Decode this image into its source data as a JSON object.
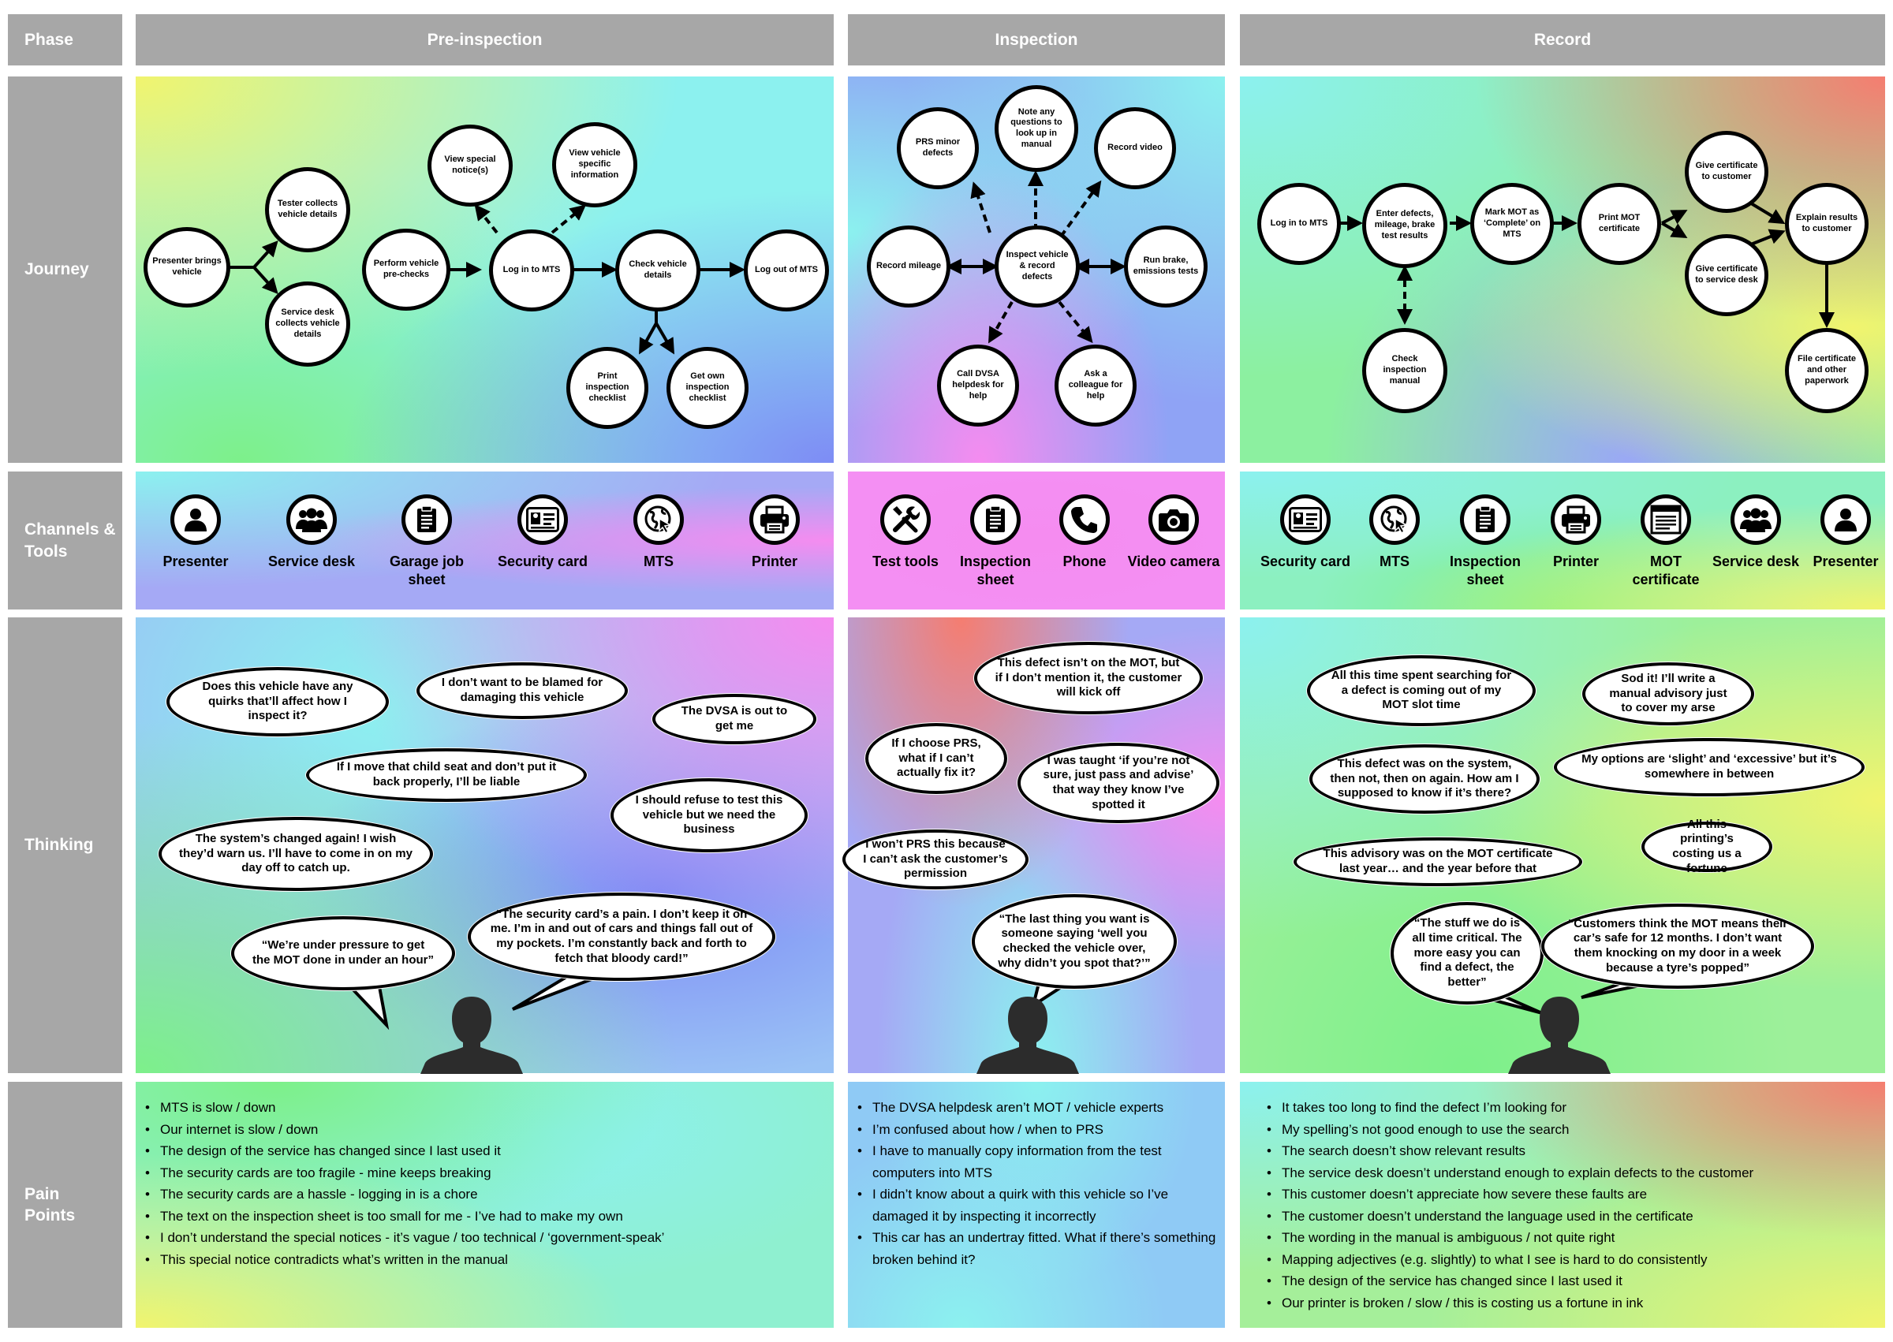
{
  "header": {
    "phase_label": "Phase",
    "pre_inspection": "Pre-inspection",
    "inspection": "Inspection",
    "record": "Record"
  },
  "rows": {
    "journey": "Journey",
    "channels": "Channels & Tools",
    "thinking": "Thinking",
    "pain_points": "Pain Points"
  },
  "journey": {
    "pre": {
      "presenter": "Presenter brings vehicle",
      "tester": "Tester collects vehicle details",
      "service_desk": "Service desk collects vehicle details",
      "perform": "Perform vehicle pre-checks",
      "login": "Log in to MTS",
      "special": "View special notice(s)",
      "vehicle_info": "View vehicle specific information",
      "check": "Check vehicle details",
      "logout": "Log out of MTS",
      "print": "Print inspection checklist",
      "own": "Get own inspection checklist"
    },
    "insp": {
      "center": "Inspect vehicle & record defects",
      "prs": "PRS minor defects",
      "note": "Note any questions to look up in manual",
      "video": "Record video",
      "mileage": "Record mileage",
      "brake": "Run brake, emissions tests",
      "dvsa": "Call DVSA helpdesk for help",
      "colleague": "Ask a colleague for help"
    },
    "rec": {
      "login": "Log in to MTS",
      "enter": "Enter defects, mileage, brake test results",
      "mark": "Mark MOT as ‘Complete’ on MTS",
      "print": "Print MOT certificate",
      "give_customer": "Give certificate to customer",
      "give_desk": "Give certificate to service desk",
      "explain": "Explain results to customer",
      "file": "File certificate and other paperwork",
      "manual": "Check inspection manual"
    }
  },
  "channels": {
    "pre": [
      {
        "label": "Presenter",
        "icon": "person-icon"
      },
      {
        "label": "Service desk",
        "icon": "group-icon"
      },
      {
        "label": "Garage job sheet",
        "icon": "clipboard-icon"
      },
      {
        "label": "Security card",
        "icon": "id-card-icon"
      },
      {
        "label": "MTS",
        "icon": "globe-cursor-icon"
      },
      {
        "label": "Printer",
        "icon": "printer-icon"
      }
    ],
    "insp": [
      {
        "label": "Test tools",
        "icon": "tools-icon"
      },
      {
        "label": "Inspection sheet",
        "icon": "clipboard-icon"
      },
      {
        "label": "Phone",
        "icon": "phone-icon"
      },
      {
        "label": "Video camera",
        "icon": "camera-icon"
      }
    ],
    "rec": [
      {
        "label": "Security card",
        "icon": "id-card-icon"
      },
      {
        "label": "MTS",
        "icon": "globe-cursor-icon"
      },
      {
        "label": "Inspection sheet",
        "icon": "clipboard-icon"
      },
      {
        "label": "Printer",
        "icon": "printer-icon"
      },
      {
        "label": "MOT certificate",
        "icon": "certificate-icon"
      },
      {
        "label": "Service desk",
        "icon": "group-icon"
      },
      {
        "label": "Presenter",
        "icon": "person-icon"
      }
    ]
  },
  "thinking": {
    "pre": [
      "Does this vehicle have any quirks that’ll affect how I inspect it?",
      "I don’t want to be blamed for damaging this vehicle",
      "The DVSA is out to get me",
      "If I move that child seat and don’t put it back properly, I’ll be liable",
      "I should refuse to test this vehicle but we need the business",
      "The system’s changed again! I wish they’d warn us. I’ll have to come in on my day off to catch up.",
      "“We’re under pressure to get the MOT done in under an hour”",
      "“The security card’s a pain. I don’t keep it on me. I’m in and out of cars and things fall out of my pockets. I’m constantly back and forth to fetch that bloody card!”"
    ],
    "insp": [
      "This defect isn’t on the MOT, but if I don’t mention it, the customer will kick off",
      "If I choose PRS, what if I can’t actually fix it?",
      "I was taught ‘if you’re not sure, just pass and advise’ that way they know I’ve spotted it",
      "I won’t PRS this because I can’t ask the customer’s permission",
      "“The last thing you want is someone saying ‘well you checked the vehicle over, why didn’t you spot that?’”"
    ],
    "rec": [
      "All this time spent searching for a defect is coming out of my MOT slot time",
      "Sod it! I’ll write a manual advisory just to cover my arse",
      "This defect was on the system, then not, then on again. How am I supposed to know if it’s there?",
      "My options are ‘slight’ and ‘excessive’ but it’s somewhere in between",
      "This advisory was on the MOT certificate last year… and the year before that",
      "All this printing’s costing us a fortune",
      "“The stuff we do is all time critical. The more easy you can find a defect, the better”",
      "“Customers think the MOT means their car’s safe for 12 months. I don’t want them knocking on my door in a week because a tyre’s popped”"
    ]
  },
  "pain_points": {
    "pre": [
      "MTS is slow / down",
      "Our internet is slow / down",
      "The design of the service has changed since I last used it",
      "The security cards are too fragile - mine keeps breaking",
      "The security cards are a hassle - logging in is a chore",
      "The text on the inspection sheet is too small for me - I’ve had to make my own",
      "I don’t understand the special notices - it’s vague / too technical / ‘government-speak’",
      "This special notice contradicts what’s written in the manual"
    ],
    "insp": [
      "The DVSA helpdesk aren’t MOT / vehicle experts",
      "I’m confused about how / when to PRS",
      "I have to manually copy information from the test computers into MTS",
      "I didn’t know about a quirk with this vehicle so I’ve damaged it by inspecting it incorrectly",
      "This car has an undertray fitted. What if there’s something broken behind it?"
    ],
    "rec": [
      "It takes too long to find the defect I’m looking for",
      "My spelling’s not good enough to use the search",
      "The search doesn’t show relevant results",
      "The service desk doesn’t understand enough to explain defects to the customer",
      "This customer doesn’t appreciate how severe these faults are",
      "The customer doesn’t understand the language used in the certificate",
      "The wording in the manual is ambiguous / not quite right",
      "Mapping adjectives (e.g. slightly) to what I see is hard to do consistently",
      "The design of the service has changed since I last used it",
      "Our printer is broken / slow / this is costing us a fortune in ink"
    ]
  }
}
